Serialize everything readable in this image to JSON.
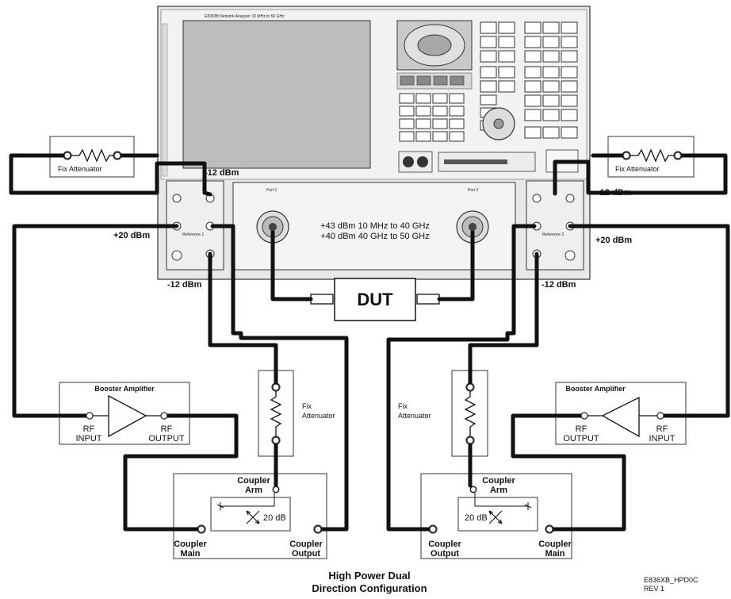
{
  "instrument": {
    "model_text": "E8363B Network Analyzer 10 MHz to 50 GHz",
    "port1": "Port 1",
    "port2": "Port 2",
    "power_spec_line1": "+43 dBm 10 MHz to 40 GHz",
    "power_spec_line2": "+40 dBm 40 GHz to 50 GHz",
    "reference1": "Reference 1",
    "reference2": "Reference 2"
  },
  "dut_label": "DUT",
  "levels": {
    "left_top": "-12 dBm",
    "left_mid": "+20 dBm",
    "left_bottom": "-12 dBm",
    "right_top": "-12 dBm",
    "right_mid": "+20 dBm",
    "right_bottom": "-12 dBm"
  },
  "left": {
    "fix_attenuator_top": "Fix Attenuator",
    "booster_title": "Booster Amplifier",
    "rf_input": [
      "RF",
      "INPUT"
    ],
    "rf_output": [
      "RF",
      "OUTPUT"
    ],
    "fix_attenuator_mid": [
      "Fix",
      "Attenuator"
    ],
    "coupler_arm": [
      "Coupler",
      "Arm"
    ],
    "coupler_db": "20 dB",
    "coupler_main": [
      "Coupler",
      "Main"
    ],
    "coupler_output": [
      "Coupler",
      "Output"
    ]
  },
  "right": {
    "fix_attenuator_top": "Fix Attenuator",
    "booster_title": "Booster Amplifier",
    "rf_output": [
      "RF",
      "OUTPUT"
    ],
    "rf_input": [
      "RF",
      "INPUT"
    ],
    "fix_attenuator_mid": [
      "Fix",
      "Attenuator"
    ],
    "coupler_arm": [
      "Coupler",
      "Arm"
    ],
    "coupler_db": "20 dB",
    "coupler_output": [
      "Coupler",
      "Output"
    ],
    "coupler_main": [
      "Coupler",
      "Main"
    ]
  },
  "caption": [
    "High Power Dual",
    "Direction Configuration"
  ],
  "figure_id": [
    "E836XB_HPD0C",
    "REV 1"
  ]
}
